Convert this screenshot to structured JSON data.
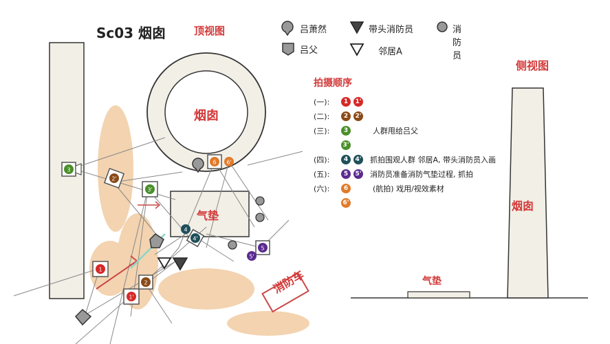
{
  "header": {
    "scene_title": "Sc03 烟囱",
    "top_view_label": "顶视图",
    "side_view_label": "侧视图"
  },
  "legend": {
    "items": [
      {
        "icon": "pin-marker",
        "label": "吕萧然"
      },
      {
        "icon": "filled-triangle",
        "label": "带头消防员"
      },
      {
        "icon": "gray-circle",
        "label": "消防员"
      },
      {
        "icon": "square-pin",
        "label": "吕父"
      },
      {
        "icon": "outlined-triangle",
        "label": "邻居A"
      }
    ]
  },
  "top_view": {
    "chimney_label": "烟囱",
    "airbag_label": "气垫",
    "firetruck_label": "消防车"
  },
  "side_view": {
    "chimney_label": "烟囱",
    "airbag_label": "气垫"
  },
  "order": {
    "title": "拍摄顺序",
    "rows": [
      {
        "prefix": "(一):",
        "badges": [
          {
            "t": "1",
            "c": "#d62828"
          },
          {
            "t": "1'",
            "c": "#d62828"
          }
        ],
        "desc": ""
      },
      {
        "prefix": "(二):",
        "badges": [
          {
            "t": "2",
            "c": "#8b4a16"
          },
          {
            "t": "2'",
            "c": "#8b4a16"
          }
        ],
        "desc": ""
      },
      {
        "prefix": "(三):",
        "badges": [
          {
            "t": "3",
            "c": "#4a8f2a"
          }
        ],
        "desc": "人群甩给吕父"
      },
      {
        "prefix": "",
        "badges": [
          {
            "t": "3'",
            "c": "#4a8f2a"
          }
        ],
        "desc": ""
      },
      {
        "prefix": "(四):",
        "badges": [
          {
            "t": "4",
            "c": "#1f4f5a"
          },
          {
            "t": "4'",
            "c": "#1f4f5a"
          }
        ],
        "desc": "抓拍围观人群 邻居A, 带头消防员入画"
      },
      {
        "prefix": "(五):",
        "badges": [
          {
            "t": "5",
            "c": "#5b2a8f"
          },
          {
            "t": "5'",
            "c": "#5b2a8f"
          }
        ],
        "desc": "消防员准备消防气垫过程, 抓拍"
      },
      {
        "prefix": "(六):",
        "badges": [
          {
            "t": "6",
            "c": "#e07b2a"
          }
        ],
        "desc": "(航拍) 戏用/视效素材"
      },
      {
        "prefix": "",
        "badges": [
          {
            "t": "6'",
            "c": "#e07b2a"
          }
        ],
        "desc": ""
      }
    ]
  }
}
